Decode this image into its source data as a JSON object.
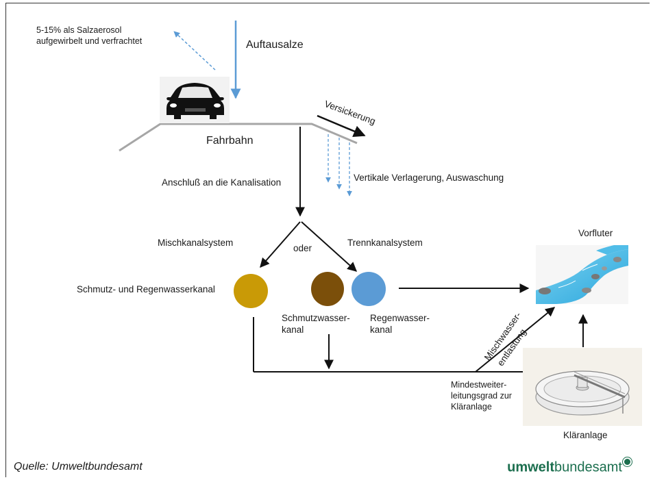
{
  "labels": {
    "aerosol_line1": "5-15% als Salzaerosol",
    "aerosol_line2": "aufgewirbelt und verfrachtet",
    "auftausalze": "Auftausalze",
    "fahrbahn": "Fahrbahn",
    "versickerung": "Versickerung",
    "kanalisation": "Anschluß an die Kanalisation",
    "vertikale": "Vertikale Verlagerung, Auswaschung",
    "mischkanalsystem": "Mischkanalsystem",
    "oder": "oder",
    "trennkanalsystem": "Trennkanalsystem",
    "vorfluter": "Vorfluter",
    "schmutz_regen": "Schmutz- und Regenwasserkanal",
    "schmutzwasser_line1": "Schmutzwasser-",
    "schmutzwasser_line2": "kanal",
    "regenwasser_line1": "Regenwasser-",
    "regenwasser_line2": "kanal",
    "misch_line1": "Mischwasser-",
    "misch_line2": "entlastung",
    "mindest_line1": "Mindestweiter-",
    "mindest_line2": "leitungsgrad zur",
    "mindest_line3": "Kläranlage",
    "klaeranlage": "Kläranlage"
  },
  "footer": {
    "source": "Quelle: Umweltbundesamt",
    "logo_bold": "umwelt",
    "logo_regular": "bundesamt"
  },
  "colors": {
    "mixed_sewer": "#c99a06",
    "wastewater_sewer": "#7b4f0a",
    "stormwater_sewer": "#5b9bd5",
    "blue_arrow": "#5b9bd5",
    "brand_green": "#1b6e4e"
  }
}
